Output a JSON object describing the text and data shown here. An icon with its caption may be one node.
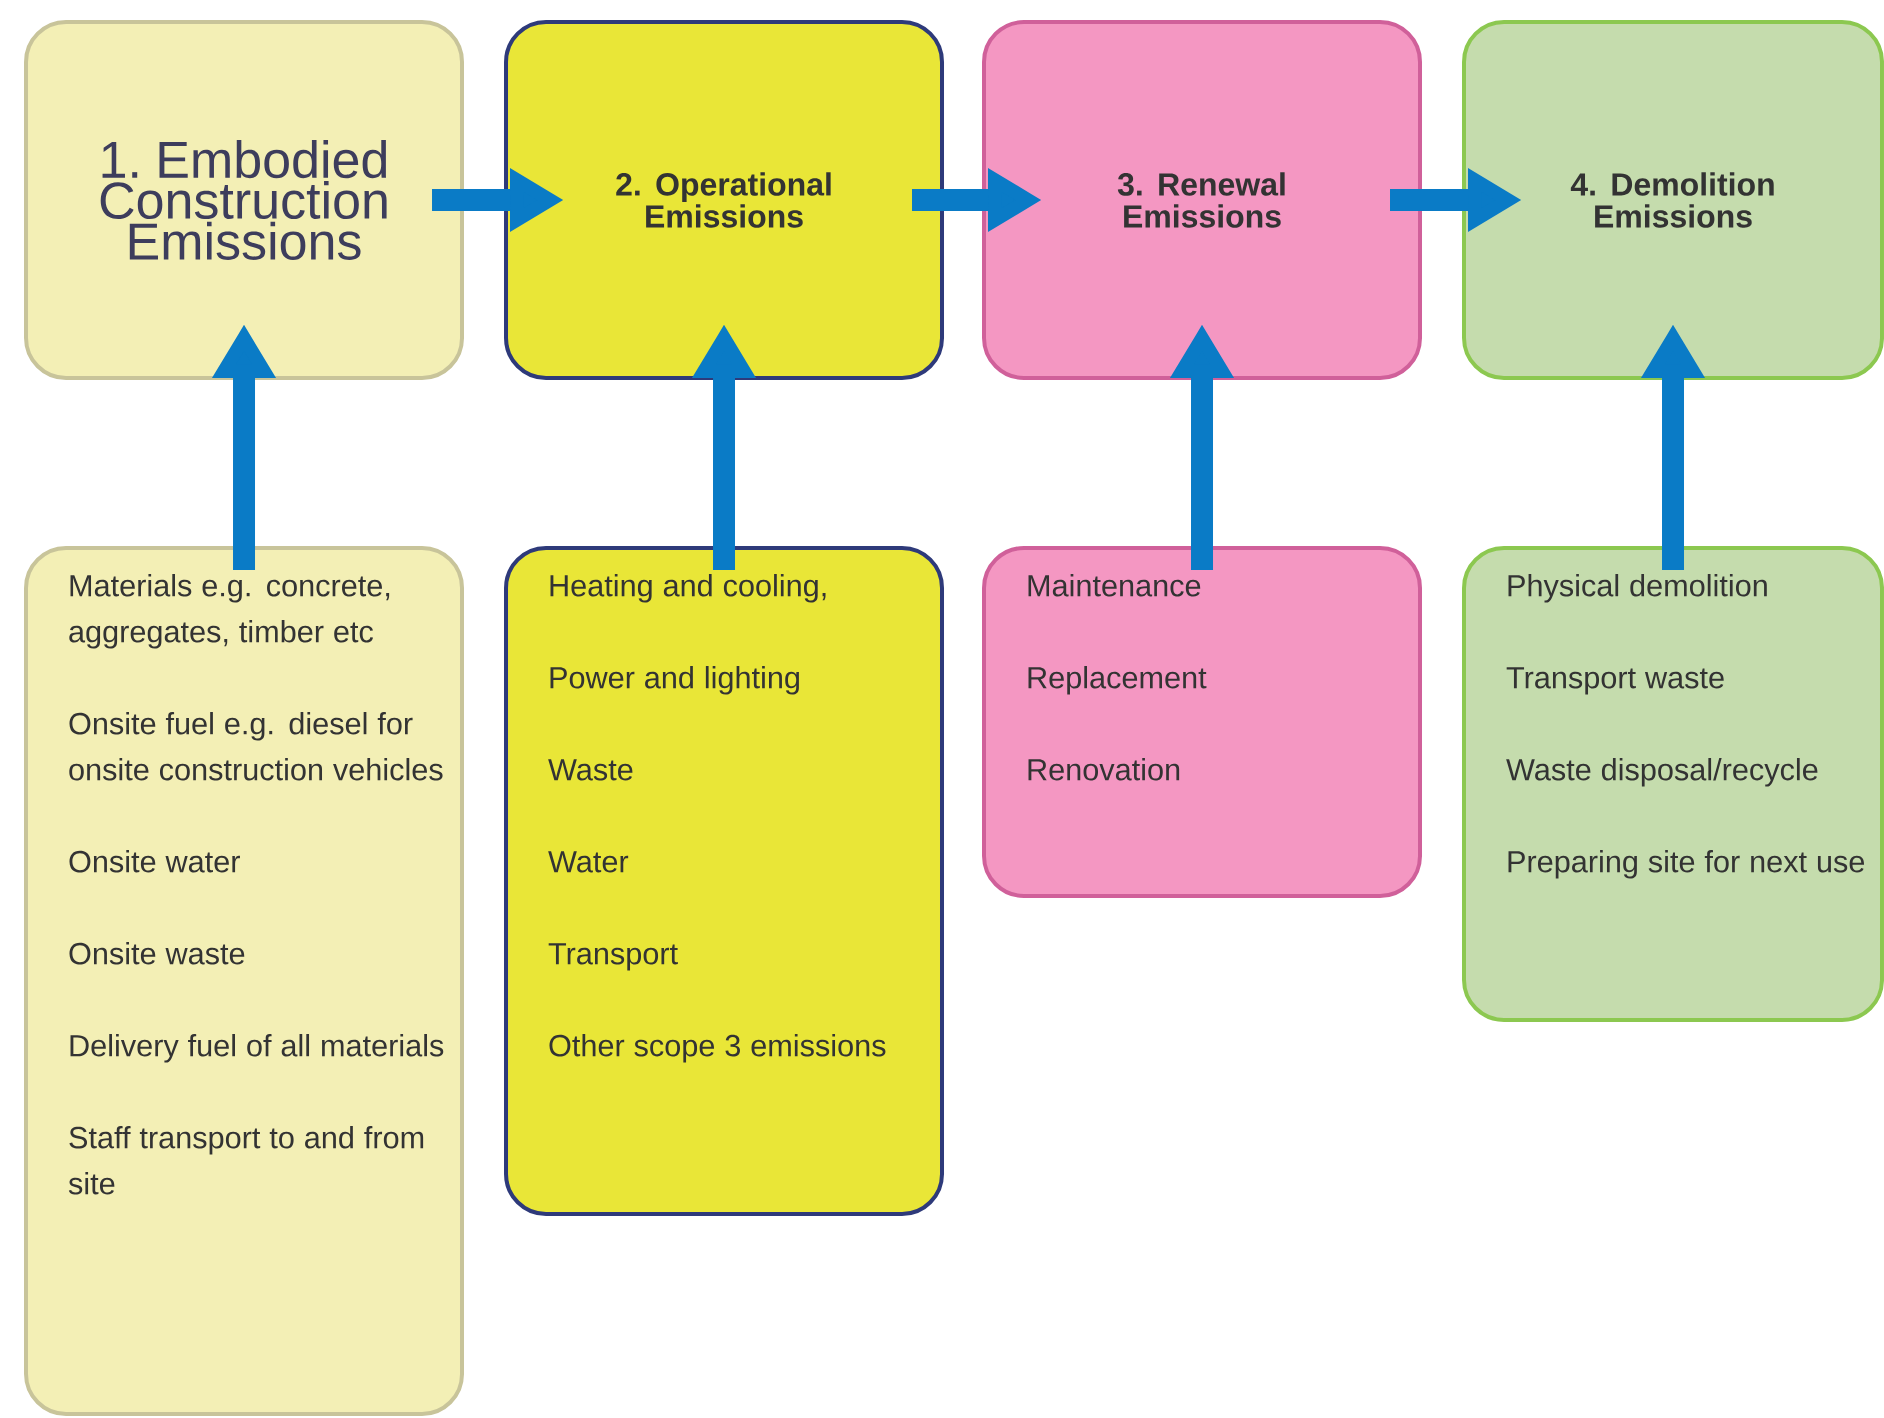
{
  "diagram": {
    "nodes": [
      {
        "text": [
          "1. Embodied Construction Emissions"
        ]
      },
      {
        "text": [
          "2. Operational Emissions"
        ]
      },
      {
        "text": [
          "3. Renewal Emissions"
        ]
      },
      {
        "text": [
          "4. Demolition Emissions"
        ]
      },
      {
        "text": [
          "Materials e.g. concrete, aggregates, timber etc",
          "Onsite fuel e.g. diesel for onsite construction vehicles",
          "Onsite water",
          "Onsite waste",
          "Delivery fuel of all materials",
          "Staff transport to and from site"
        ]
      },
      {
        "text": [
          "Heating and cooling,",
          "Power and lighting",
          "Waste",
          "Water",
          "Transport",
          "Other scope 3 emissions"
        ]
      },
      {
        "text": [
          "Maintenance",
          "Replacement",
          "Renovation"
        ]
      },
      {
        "text": [
          "Physical demolition",
          "Transport waste",
          "Waste disposal/recycle",
          "Preparing site for next use"
        ]
      }
    ],
    "edges": [
      {
        "from": 0,
        "to": 1,
        "arrow": "to"
      },
      {
        "from": 1,
        "to": 2,
        "arrow": "to"
      },
      {
        "from": 2,
        "to": 3,
        "arrow": "to"
      },
      {
        "from": 4,
        "to": 0,
        "arrow": "to"
      },
      {
        "from": 5,
        "to": 1,
        "arrow": "to"
      },
      {
        "from": 6,
        "to": 2,
        "arrow": "to"
      },
      {
        "from": 7,
        "to": 3,
        "arrow": "to"
      }
    ]
  }
}
